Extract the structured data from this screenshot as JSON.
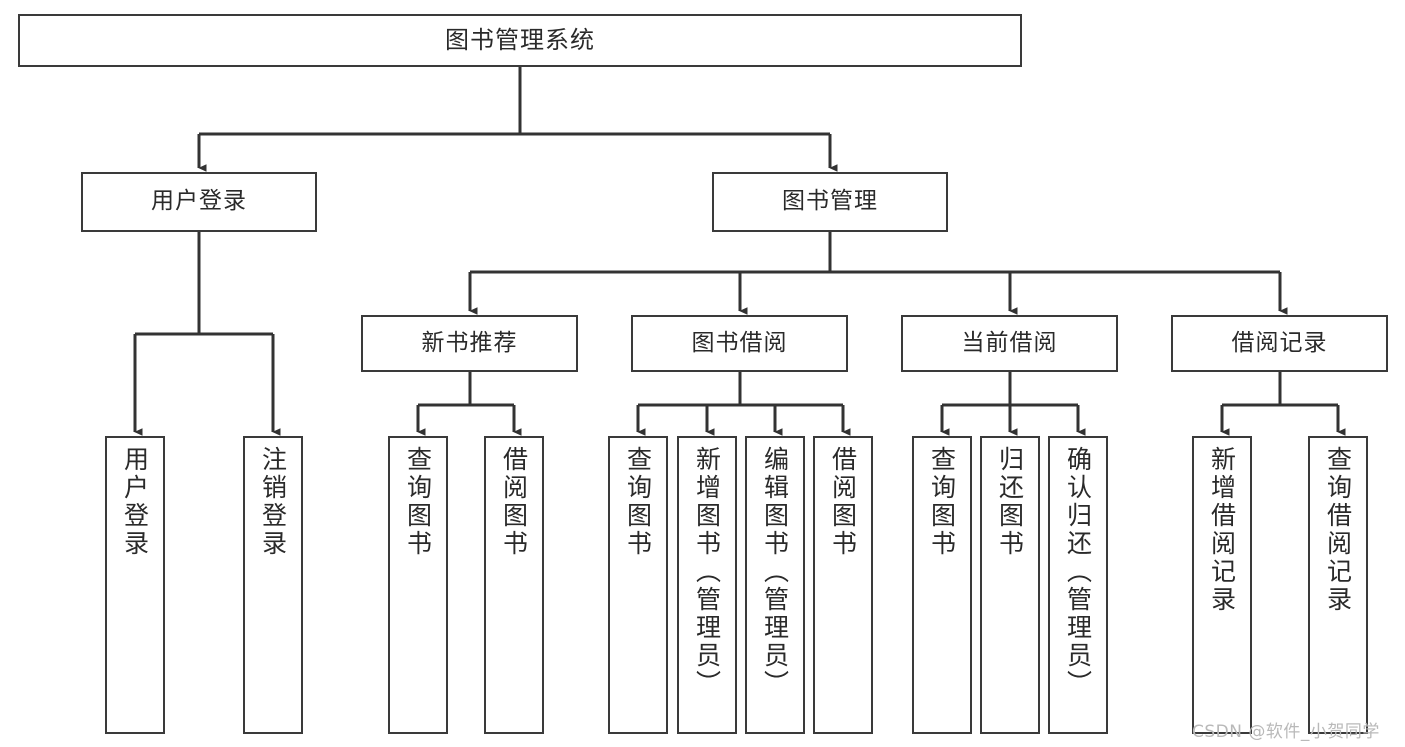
{
  "diagram": {
    "type": "tree-hierarchy-chart",
    "title": "图书管理系统",
    "colors": {
      "box_border": "#3a3a3a",
      "box_fill": "#ffffff",
      "line": "#333333",
      "text": "#2a2a2a",
      "watermark": "#b9b9b9",
      "background": "#ffffff"
    },
    "nodes": {
      "root": {
        "id": "root",
        "label": "图书管理系统",
        "level": 1,
        "orientation": "horizontal"
      },
      "user_login": {
        "id": "user-login",
        "label": "用户登录",
        "level": 2,
        "orientation": "horizontal"
      },
      "book_mgmt": {
        "id": "book-management",
        "label": "图书管理",
        "level": 2,
        "orientation": "horizontal"
      },
      "new_book_rec": {
        "id": "new-book-recommend",
        "label": "新书推荐",
        "level": 3,
        "orientation": "horizontal"
      },
      "book_borrow": {
        "id": "book-borrow",
        "label": "图书借阅",
        "level": 3,
        "orientation": "horizontal"
      },
      "current_borrow": {
        "id": "current-borrow",
        "label": "当前借阅",
        "level": 3,
        "orientation": "horizontal"
      },
      "borrow_record": {
        "id": "borrow-record",
        "label": "借阅记录",
        "level": 3,
        "orientation": "horizontal"
      }
    },
    "leaves": [
      {
        "id": "leaf-user-login",
        "label": "用户登录",
        "parent": "用户登录"
      },
      {
        "id": "leaf-user-logout",
        "label": "注销登录",
        "parent": "用户登录"
      },
      {
        "id": "leaf-query-book-1",
        "label": "查询图书",
        "parent": "新书推荐"
      },
      {
        "id": "leaf-borrow-book-1",
        "label": "借阅图书",
        "parent": "新书推荐"
      },
      {
        "id": "leaf-query-book-2",
        "label": "查询图书",
        "parent": "图书借阅"
      },
      {
        "id": "leaf-add-book",
        "label": "新增图书（管理员）",
        "parent": "图书借阅"
      },
      {
        "id": "leaf-edit-book",
        "label": "编辑图书（管理员）",
        "parent": "图书借阅"
      },
      {
        "id": "leaf-borrow-book-2",
        "label": "借阅图书",
        "parent": "图书借阅"
      },
      {
        "id": "leaf-query-book-3",
        "label": "查询图书",
        "parent": "当前借阅"
      },
      {
        "id": "leaf-return-book",
        "label": "归还图书",
        "parent": "当前借阅"
      },
      {
        "id": "leaf-confirm-return",
        "label": "确认归还（管理员）",
        "parent": "当前借阅"
      },
      {
        "id": "leaf-add-borrow-record",
        "label": "新增借阅记录",
        "parent": "借阅记录"
      },
      {
        "id": "leaf-query-borrow-record",
        "label": "查询借阅记录",
        "parent": "借阅记录"
      }
    ],
    "watermark": "CSDN @软件_小贺同学"
  }
}
